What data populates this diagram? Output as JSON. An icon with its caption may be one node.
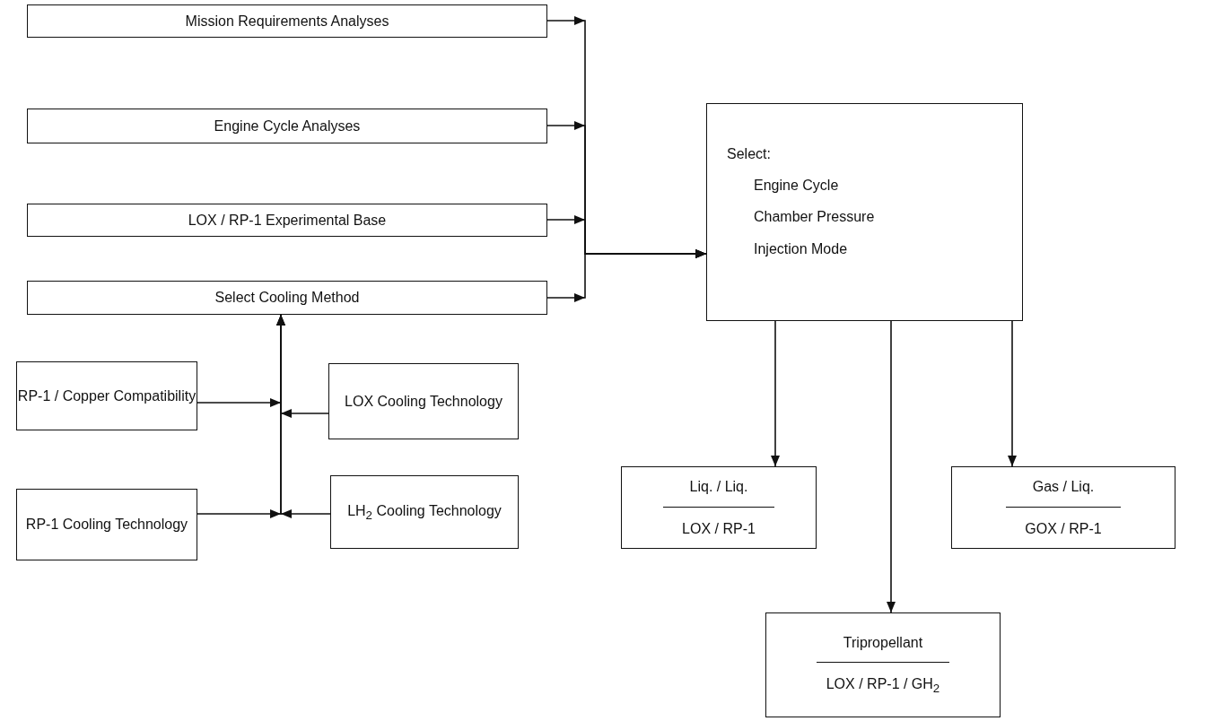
{
  "diagram": {
    "nodes": [
      {
        "text": [
          "Mission Requirements Analyses"
        ]
      },
      {
        "text": [
          "Engine Cycle Analyses"
        ]
      },
      {
        "text": [
          "LOX / RP-1 Experimental Base"
        ]
      },
      {
        "text": [
          "Select Cooling Method"
        ]
      },
      {
        "text": [
          "Select:",
          "Engine Cycle",
          "Chamber Pressure",
          "Injection Mode"
        ]
      },
      {
        "text": [
          "RP-1 / Copper Compatibility"
        ]
      },
      {
        "text": [
          "LOX Cooling Technology"
        ]
      },
      {
        "text": [
          "RP-1 Cooling Technology"
        ]
      },
      {
        "text": [
          "LH$_{2}$ Cooling Technology"
        ]
      },
      {
        "text": [
          "Liq. / Liq.",
          "LOX / RP-1"
        ]
      },
      {
        "text": [
          "Gas / Liq.",
          "GOX / RP-1"
        ]
      },
      {
        "text": [
          "Tripropellant",
          "LOX / RP-1 / GH$_{2}$"
        ]
      }
    ],
    "edges": [
      {
        "from": 0,
        "to": 4,
        "arrow": "to"
      },
      {
        "from": 1,
        "to": 4,
        "arrow": "to"
      },
      {
        "from": 2,
        "to": 4,
        "arrow": "to"
      },
      {
        "from": 3,
        "to": 4,
        "arrow": "to"
      },
      {
        "from": 5,
        "to": 3,
        "arrow": "to"
      },
      {
        "from": 6,
        "to": 3,
        "arrow": "to"
      },
      {
        "from": 7,
        "to": 3,
        "arrow": "to"
      },
      {
        "from": 8,
        "to": 3,
        "arrow": "to"
      },
      {
        "from": 4,
        "to": 9,
        "arrow": "to"
      },
      {
        "from": 4,
        "to": 11,
        "arrow": "to"
      },
      {
        "from": 4,
        "to": 10,
        "arrow": "to"
      }
    ]
  }
}
